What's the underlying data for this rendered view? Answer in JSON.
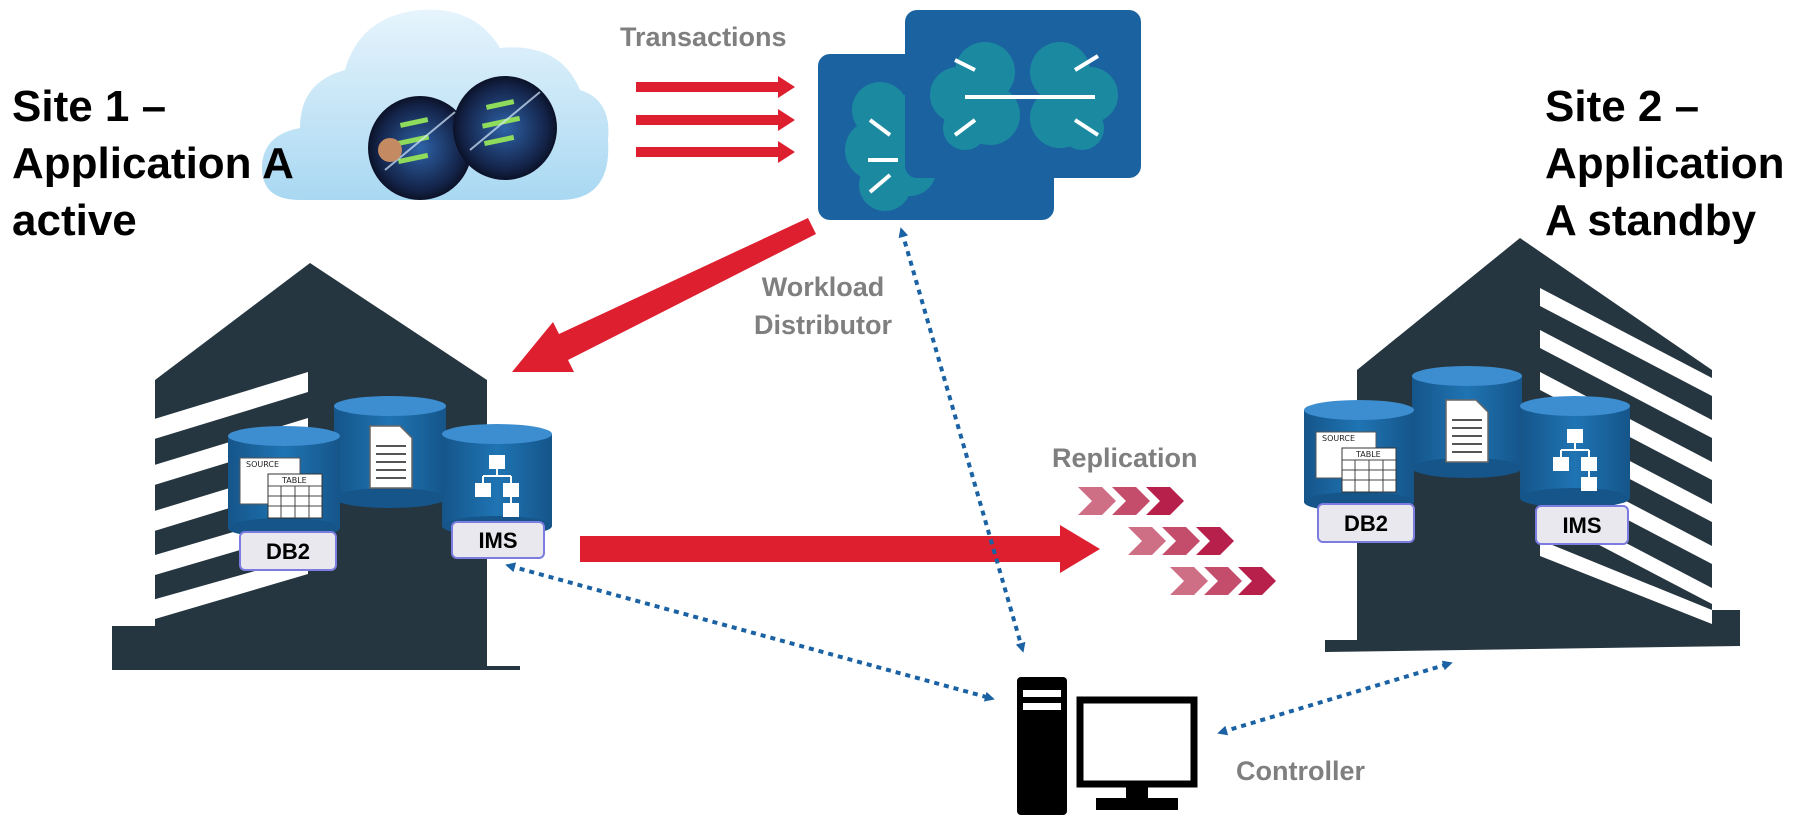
{
  "site1": {
    "title": "Site 1 –\nApplication A\nactive",
    "db2_label": "DB2",
    "ims_label": "IMS",
    "source_label": "SOURCE",
    "table_label": "TABLE"
  },
  "site2": {
    "title": "Site 2 –\nApplication\nA standby",
    "db2_label": "DB2",
    "ims_label": "IMS",
    "source_label": "SOURCE",
    "table_label": "TABLE"
  },
  "labels": {
    "transactions": "Transactions",
    "workload_distributor": "Workload\nDistributor",
    "replication": "Replication",
    "controller": "Controller"
  },
  "colors": {
    "building": "#263640",
    "flow_red": "#dd1f2f",
    "replication_chevron": "#b8204c",
    "dotted_link": "#1a62a3",
    "cylinder": "#1c6aa6",
    "cloud_node": "#1b8aa0",
    "label_gray": "#7f7f7f"
  }
}
